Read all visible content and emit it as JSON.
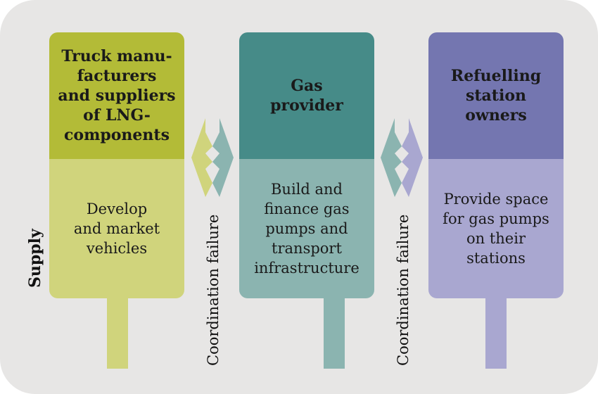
{
  "diagram": {
    "supply_label": "Supply",
    "coordination_label": "Coordination failure",
    "columns": [
      {
        "title": "Truck manu-\nfacturers\nand suppliers\nof LNG-\ncomponents",
        "description": "Develop\nand market\nvehicles",
        "colors": {
          "head": "#b3bb37",
          "body": "#d0d47c",
          "stem": "#d0d47c"
        }
      },
      {
        "title": "Gas\nprovider",
        "description": "Build and\nfinance gas\npumps and\ntransport\ninfrastructure",
        "colors": {
          "head": "#468b88",
          "body": "#8bb4b0",
          "stem": "#8bb4b0"
        }
      },
      {
        "title": "Refuelling\nstation\nowners",
        "description": "Provide space\nfor gas pumps\non their\nstations",
        "colors": {
          "head": "#7476b0",
          "body": "#a9a7d0",
          "stem": "#a9a7d0"
        }
      }
    ],
    "background_color": "#e7e6e5"
  }
}
